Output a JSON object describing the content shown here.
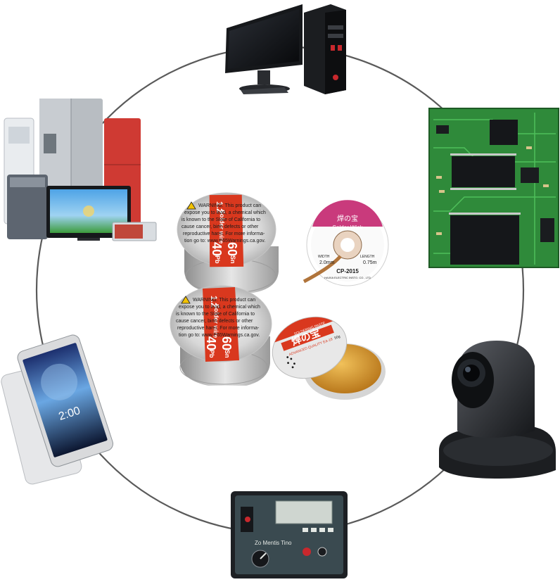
{
  "spool_top": {
    "brand": "Solder wire",
    "diameter": "1.2",
    "alloy_sn": "60",
    "alloy_sn_unit": "Sn",
    "alloy_pb": "40",
    "alloy_pb_unit": "Pb",
    "warning_lines": [
      "WARNING: This product can",
      "expose you to lead, a chemical which",
      "is known to the State of California to",
      "cause cancer, birth defects or other",
      "reproductive harm. For more informa-",
      "tion go to: www.P65Warnings.ca.gov."
    ]
  },
  "spool_bottom": {
    "brand": "Solder wire",
    "diameter": "1.2",
    "alloy_sn": "60",
    "alloy_sn_unit": "Sn",
    "alloy_pb": "40",
    "alloy_pb_unit": "Pb",
    "warning_lines": [
      "WARNING: This product can",
      "expose you to lead, a chemical which",
      "is known to the State of California to",
      "cause cancer, birth defects or other",
      "reproductive harm. For more informa-",
      "tion go to: www.P65Warnings.ca.gov."
    ]
  },
  "wick": {
    "brand": "焊の宝",
    "product": "Solder Wick",
    "width_label": "WIDTH",
    "width_value": "2.0mm",
    "length_label": "LENGTH",
    "length_value": "0.75m",
    "model": "CP-2015",
    "maker": "HAIXIA ELECTRIC INSTO. CO., LTD"
  },
  "paste": {
    "brand": "焊の宝",
    "product": "SOLDERING PASTE",
    "quality": "ADVANCED QUALITY EA-18",
    "weight": "50g"
  },
  "tester": {
    "title": "Zo Mentis Tino"
  },
  "phone": {
    "time": "2:00"
  },
  "colors": {
    "circle": "#5a5a5a",
    "spool_red": "#d9381e",
    "wick_pink": "#c93a7c",
    "paste_amber": "#d99a2b",
    "pcb_green": "#2f8a3a"
  }
}
